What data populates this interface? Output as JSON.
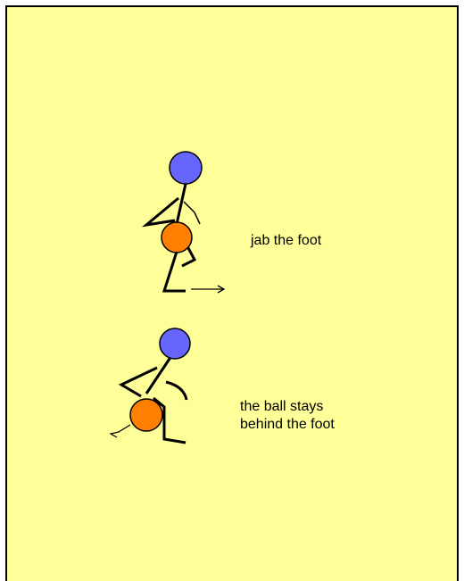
{
  "colors": {
    "background": "#ffff99",
    "head": "#6666ff",
    "ball": "#ff8000",
    "stroke": "#000000"
  },
  "steps": [
    {
      "caption_lines": [
        "jab the foot"
      ],
      "icons": [
        "stick-figure-icon",
        "ball-icon",
        "motion-arrow-icon"
      ]
    },
    {
      "caption_lines": [
        "the ball stays",
        "behind the foot"
      ],
      "icons": [
        "stick-figure-icon",
        "ball-icon",
        "motion-marks-icon"
      ]
    }
  ]
}
